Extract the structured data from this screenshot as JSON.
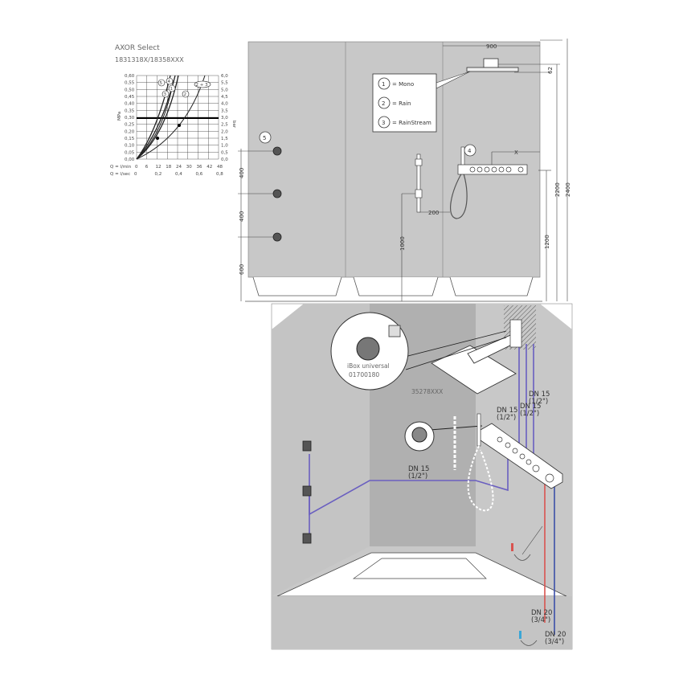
{
  "header": {
    "brand": "AXOR Select",
    "article_numbers": "1831318X/18358XXX"
  },
  "flow_chart": {
    "left_axis_unit": "MPa",
    "right_axis_unit": "bar",
    "left_ticks": [
      "0,00",
      "0,05",
      "0,10",
      "0,15",
      "0,20",
      "0,25",
      "0,30",
      "0,35",
      "0,40",
      "0,45",
      "0,50",
      "0,55",
      "0,60"
    ],
    "right_ticks": [
      "0,0",
      "0,5",
      "1,0",
      "1,5",
      "2,0",
      "2,5",
      "3,0",
      "3,5",
      "4,0",
      "4,5",
      "5,0",
      "5,5",
      "6,0"
    ],
    "x_label_lmin": "Q = l/min",
    "x_ticks_lmin": [
      "0",
      "6",
      "12",
      "18",
      "24",
      "30",
      "36",
      "42",
      "48"
    ],
    "x_label_lsec": "Q = l/sec",
    "x_ticks_lsec": [
      "0",
      "0,2",
      "0,4",
      "0,6",
      "0,8"
    ],
    "curve_labels": [
      "5",
      "4",
      "1",
      "3",
      "2",
      "2 + 3"
    ],
    "reference_pressure_mpa": 0.3
  },
  "elevation": {
    "legend": [
      {
        "num": "1",
        "label": "= Mono"
      },
      {
        "num": "2",
        "label": "= Rain"
      },
      {
        "num": "3",
        "label": "= RainStream"
      }
    ],
    "callouts": {
      "jets": "5",
      "hand_shower": "4"
    },
    "dims": {
      "width_top": "900",
      "head_height": "62",
      "x": "X",
      "h1200": "1200",
      "h2200": "2200",
      "h2400": "2400",
      "rail_height": "1000",
      "rail_offset": "200",
      "jet_spacing_1": "400",
      "jet_spacing_2": "400",
      "jet_bottom": "600"
    }
  },
  "perspective": {
    "ibox_label": "iBox universal",
    "ibox_number": "01700180",
    "head_number": "35278XXX",
    "pipes": [
      {
        "dn": "DN 15",
        "inch": "(1/2\")"
      },
      {
        "dn": "DN 15",
        "inch": "(1/2\")"
      },
      {
        "dn": "DN 15",
        "inch": "(1/2\")"
      },
      {
        "dn": "DN 15",
        "inch": "(1/2\")"
      }
    ],
    "supply": [
      {
        "dn": "DN 20",
        "inch": "(3/4\")"
      },
      {
        "dn": "DN 20",
        "inch": "(3/4\")"
      }
    ],
    "colors": {
      "hot": "#d9534f",
      "cold": "#3b4fa8",
      "pipe": "#6a5fc0",
      "wall": "#c8c8c8"
    }
  }
}
